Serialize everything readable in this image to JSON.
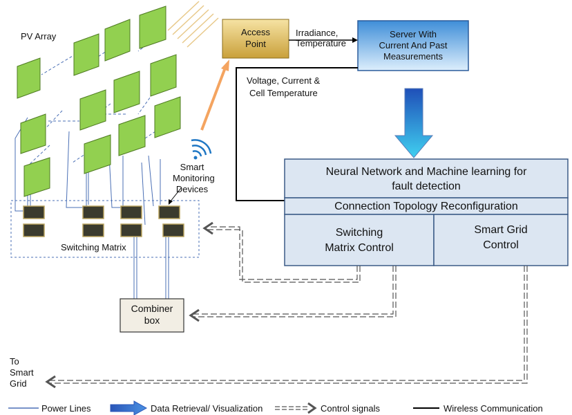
{
  "labels": {
    "pv_array": "PV Array",
    "access_point_l1": "Access",
    "access_point_l2": "Point",
    "irradiance_l1": "Irradiance,",
    "irradiance_l2": "Temperature",
    "server_l1": "Server With",
    "server_l2": "Current And Past",
    "server_l3": "Measurements",
    "voltage_l1": "Voltage, Current  &",
    "voltage_l2": "Cell Temperature",
    "smart_mon_l1": "Smart",
    "smart_mon_l2": "Monitoring",
    "smart_mon_l3": "Devices",
    "switching_matrix": "Switching Matrix",
    "combiner_l1": "Combiner",
    "combiner_l2": "box",
    "nn_l1": "Neural Network and Machine learning for",
    "nn_l2": "fault detection",
    "topology": "Connection Topology Reconfiguration",
    "smc_l1": "Switching",
    "smc_l2": "Matrix Control",
    "sgc_l1": "Smart Grid",
    "sgc_l2": "Control",
    "grid_l1": "To",
    "grid_l2": "Smart",
    "grid_l3": "Grid"
  },
  "legend": {
    "power_lines": "Power Lines",
    "data_retrieval": "Data Retrieval/ Visualization",
    "control_signals": "Control signals",
    "wireless": "Wireless Communication"
  },
  "colors": {
    "panel_fill": "#92d050",
    "panel_stroke": "#4e7a22",
    "switch_fill": "#3b3b2e",
    "block_fill": "#dce6f2",
    "block_stroke": "#3b5a86",
    "server_fill": "#5b9bd5",
    "access_fill": "#e0c068",
    "power_line": "#4a6fb5",
    "orange_arrow": "#f4a460"
  }
}
